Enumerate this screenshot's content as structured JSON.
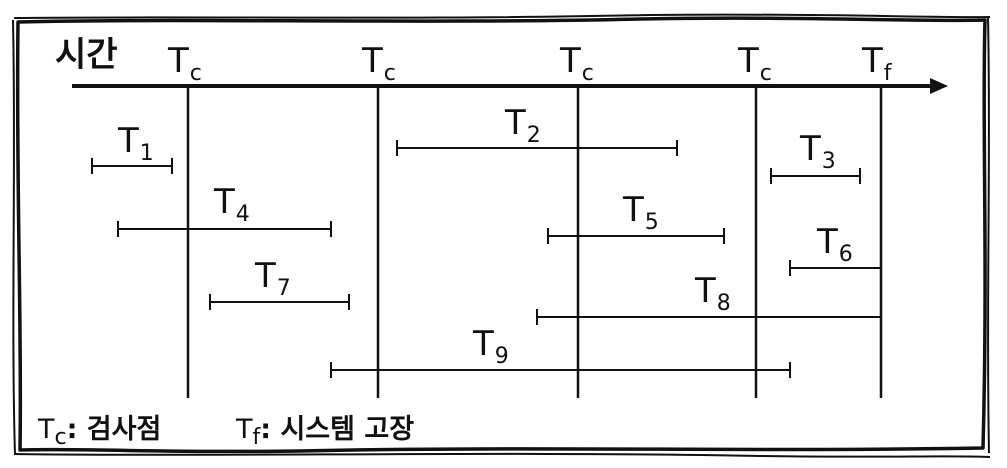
{
  "diagram": {
    "axis_title": "시간",
    "time_marks": [
      {
        "letter": "T",
        "sub": "c"
      },
      {
        "letter": "T",
        "sub": "c"
      },
      {
        "letter": "T",
        "sub": "c"
      },
      {
        "letter": "T",
        "sub": "c"
      },
      {
        "letter": "T",
        "sub": "f"
      }
    ],
    "transactions": [
      {
        "letter": "T",
        "sub": "1"
      },
      {
        "letter": "T",
        "sub": "2"
      },
      {
        "letter": "T",
        "sub": "3"
      },
      {
        "letter": "T",
        "sub": "4"
      },
      {
        "letter": "T",
        "sub": "5"
      },
      {
        "letter": "T",
        "sub": "6"
      },
      {
        "letter": "T",
        "sub": "7"
      },
      {
        "letter": "T",
        "sub": "8"
      },
      {
        "letter": "T",
        "sub": "9"
      }
    ],
    "legend": {
      "checkpoint": {
        "letter": "T",
        "sub": "c",
        "text": ": 검사점"
      },
      "failure": {
        "letter": "T",
        "sub": "f",
        "text": ": 시스템 고장"
      }
    }
  },
  "colors": {
    "ink": "#111111",
    "background": "#ffffff"
  }
}
